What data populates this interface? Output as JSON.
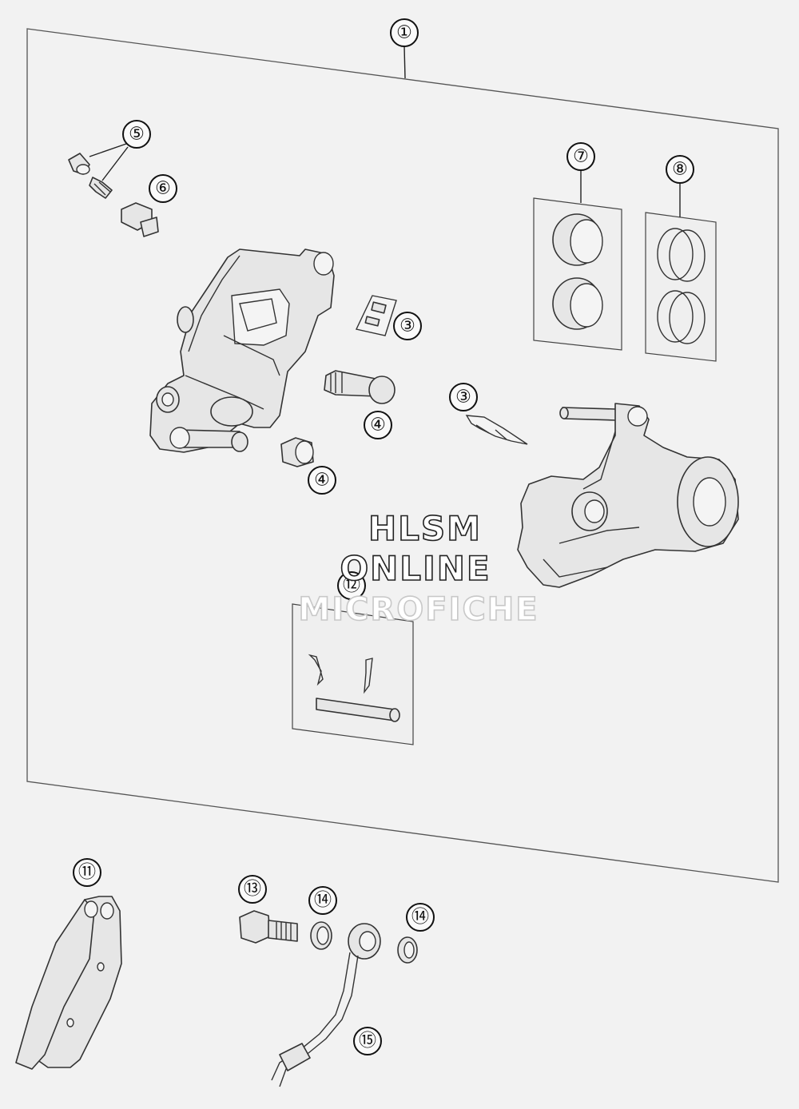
{
  "watermark": {
    "line1": "HLSM",
    "line2": "ONLINE",
    "line3": "MICROFICHE"
  },
  "callouts": {
    "c1": "①",
    "c3a": "③",
    "c3b": "③",
    "c4a": "④",
    "c4b": "④",
    "c5": "⑤",
    "c6": "⑥",
    "c7": "⑦",
    "c8": "⑧",
    "c11": "⑪",
    "c12": "⑫",
    "c13": "⑬",
    "c14a": "⑭",
    "c14b": "⑭",
    "c15": "⑮"
  },
  "colors": {
    "background": "#f2f2f2",
    "line": "#333333"
  }
}
